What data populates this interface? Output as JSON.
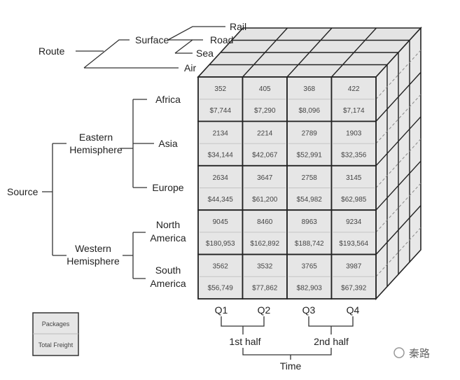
{
  "route": {
    "label": "Route",
    "surface": "Surface",
    "items": [
      "Rail",
      "Road",
      "Sea",
      "Air"
    ]
  },
  "source": {
    "label": "Source",
    "eastern": "Eastern Hemisphere",
    "western": "Western Hemisphere",
    "regions": [
      "Africa",
      "Asia",
      "Europe",
      "North America",
      "South America"
    ]
  },
  "time": {
    "label": "Time",
    "quarters": [
      "Q1",
      "Q2",
      "Q3",
      "Q4"
    ],
    "first_half": "1st half",
    "second_half": "2nd half"
  },
  "legend": {
    "packages": "Packages",
    "total_freight": "Total Freight"
  },
  "cells": [
    [
      [
        "352",
        "$7,744"
      ],
      [
        "405",
        "$7,290"
      ],
      [
        "368",
        "$8,096"
      ],
      [
        "422",
        "$7,174"
      ]
    ],
    [
      [
        "2134",
        "$34,144"
      ],
      [
        "2214",
        "$42,067"
      ],
      [
        "2789",
        "$52,991"
      ],
      [
        "1903",
        "$32,356"
      ]
    ],
    [
      [
        "2634",
        "$44,345"
      ],
      [
        "3647",
        "$61,200"
      ],
      [
        "2758",
        "$54,982"
      ],
      [
        "3145",
        "$62,985"
      ]
    ],
    [
      [
        "9045",
        "$180,953"
      ],
      [
        "8460",
        "$162,892"
      ],
      [
        "8963",
        "$188,742"
      ],
      [
        "9234",
        "$193,564"
      ]
    ],
    [
      [
        "3562",
        "$56,749"
      ],
      [
        "3532",
        "$77,862"
      ],
      [
        "3765",
        "$82,903"
      ],
      [
        "3987",
        "$67,392"
      ]
    ]
  ],
  "watermark": "秦路"
}
